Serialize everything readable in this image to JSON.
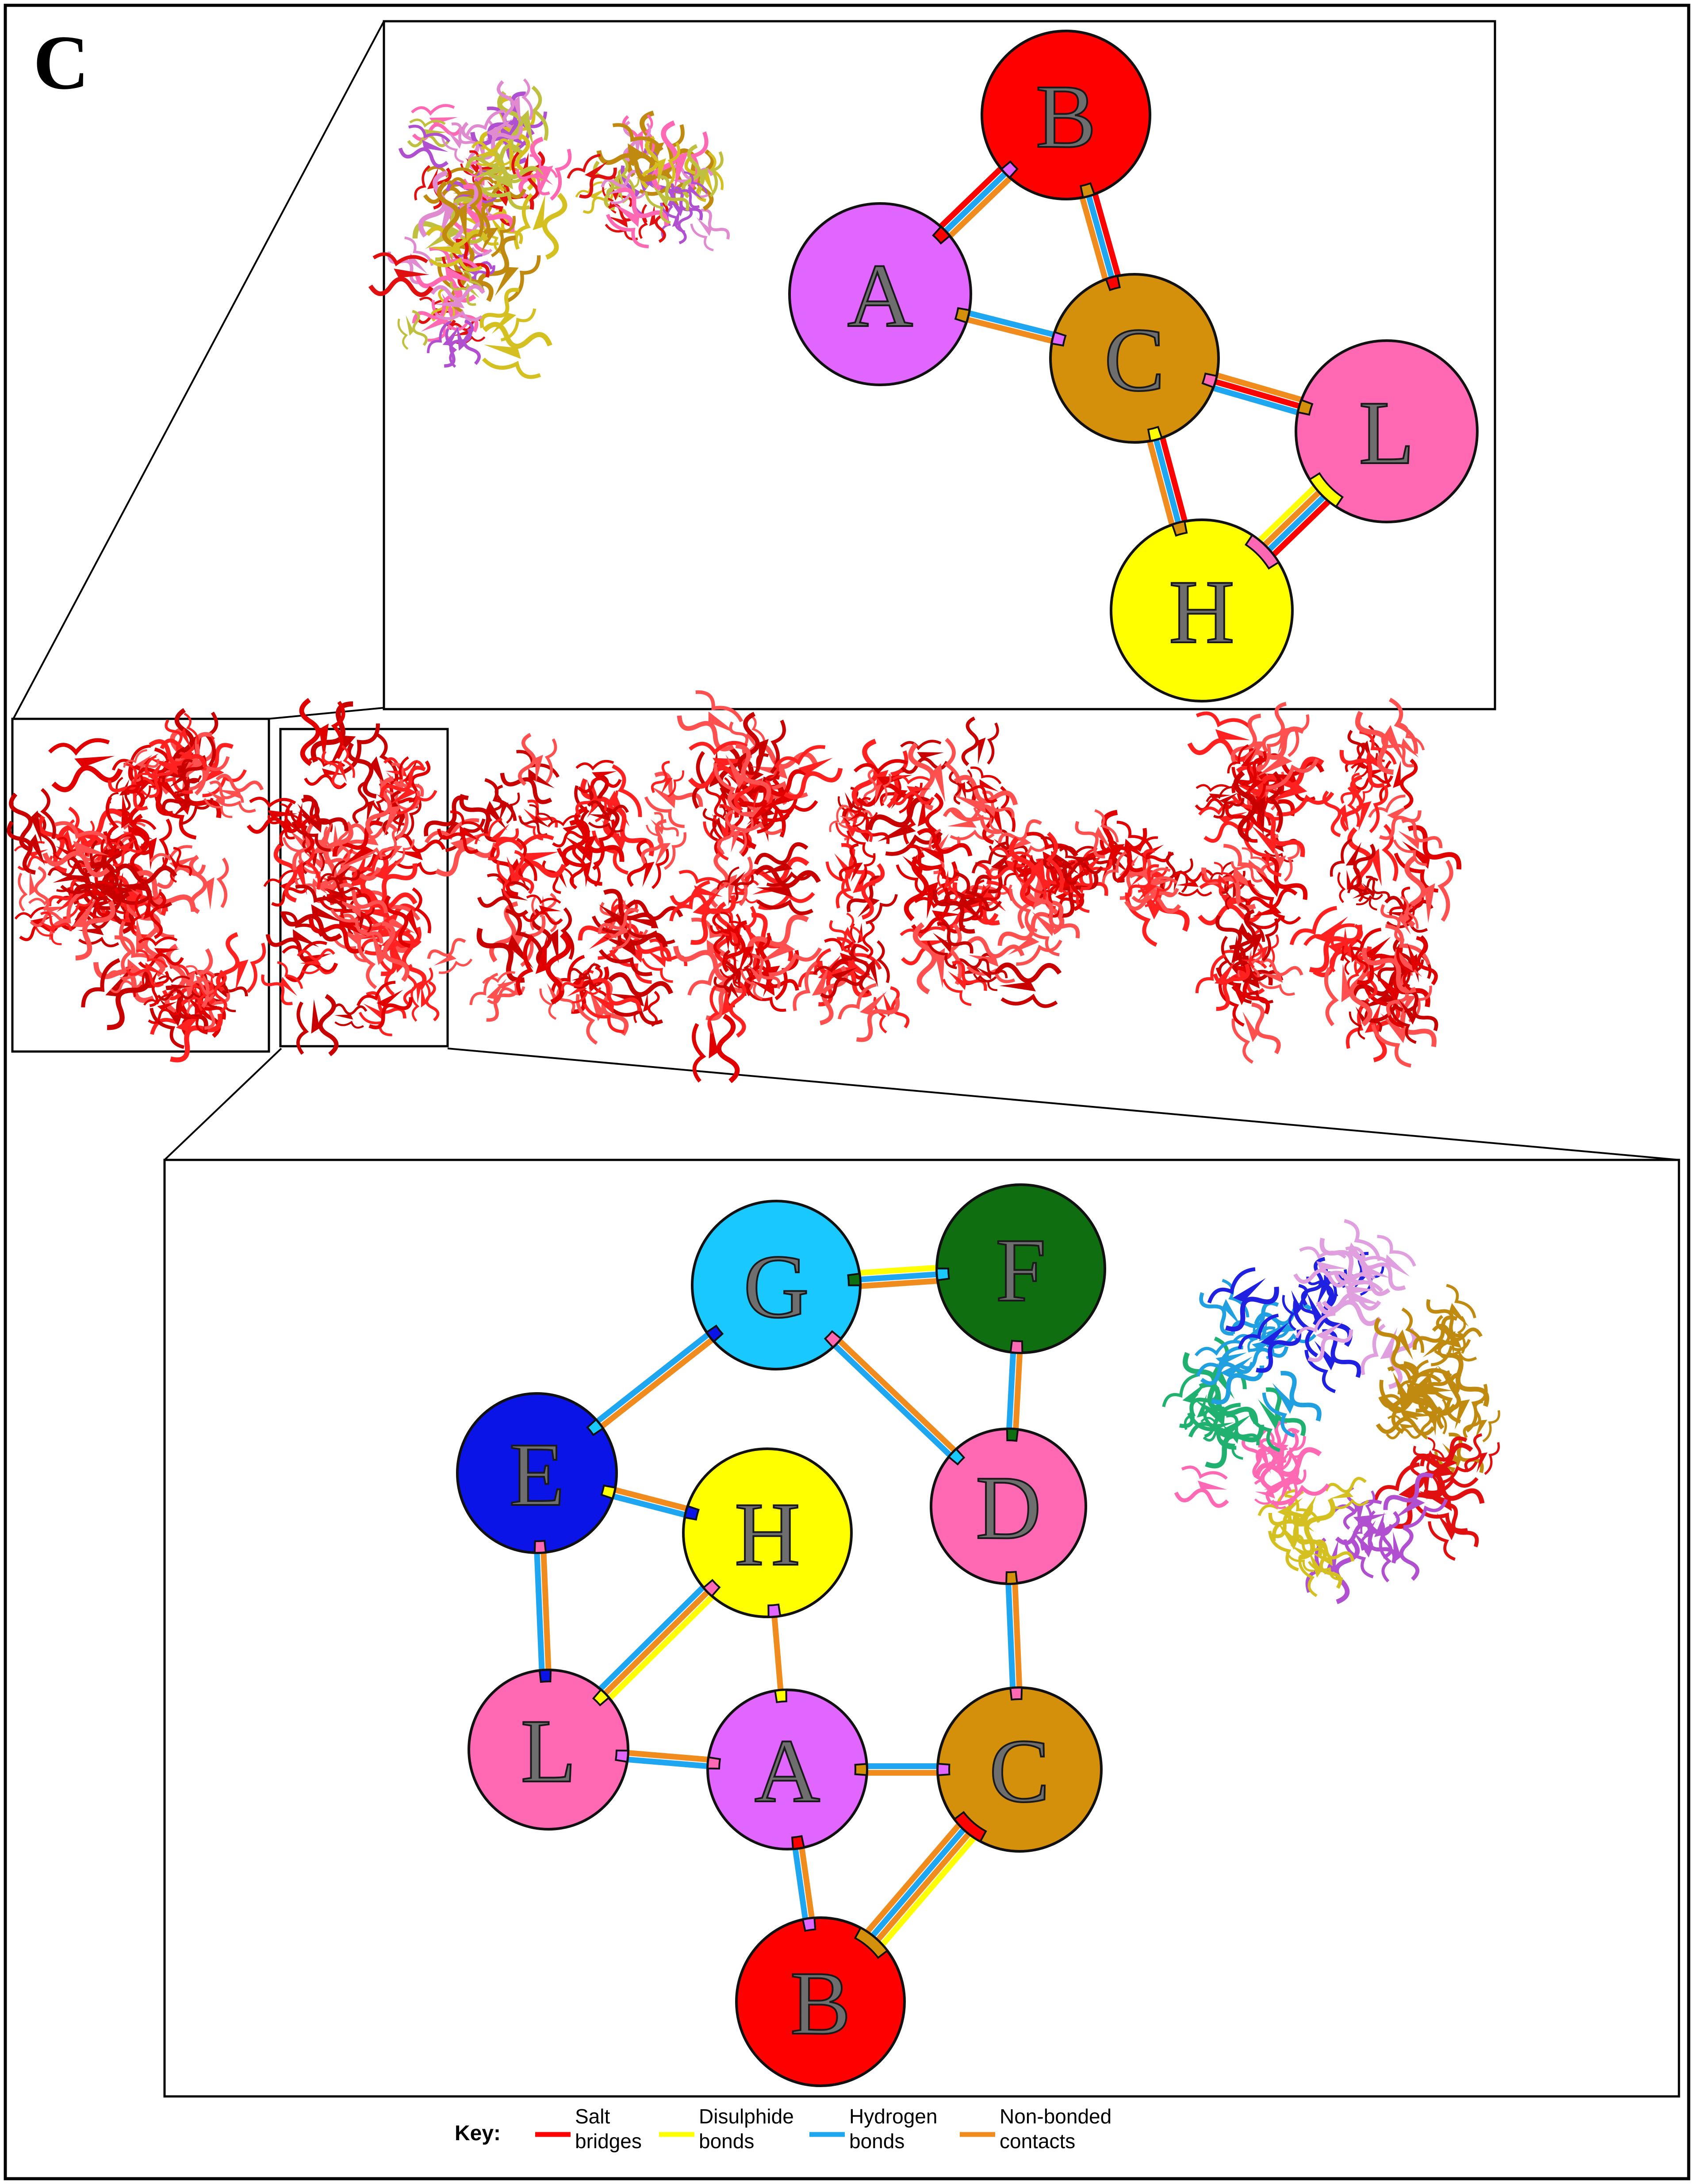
{
  "panel_label": "C",
  "colors": {
    "salt": "#ff0000",
    "disulphide": "#ffff00",
    "hydrogen": "#1ea6f0",
    "nonbonded": "#f08c1e",
    "A": "#e066ff",
    "B": "#ff0000",
    "C": "#d4900a",
    "D": "#ff69b4",
    "E": "#0a14e6",
    "F": "#0f6e0f",
    "G": "#19c8ff",
    "H": "#ffff00",
    "L": "#ff69b4"
  },
  "icons": {
    "top_thumbnail": "protein-ribbon-multicolor-chain-icon",
    "bottom_thumbnail": "protein-ribbon-multicolor-ring-icon",
    "strip": "protein-ribbon-red-icon"
  },
  "top_network": {
    "nodes": [
      {
        "id": "B",
        "label": "B"
      },
      {
        "id": "A",
        "label": "A"
      },
      {
        "id": "C",
        "label": "C"
      },
      {
        "id": "L",
        "label": "L"
      },
      {
        "id": "H",
        "label": "H"
      }
    ],
    "edges": [
      {
        "from": "A",
        "to": "B",
        "bonds": [
          "salt",
          "hydrogen",
          "nonbonded"
        ]
      },
      {
        "from": "B",
        "to": "C",
        "bonds": [
          "salt",
          "hydrogen",
          "nonbonded"
        ]
      },
      {
        "from": "A",
        "to": "C",
        "bonds": [
          "hydrogen",
          "nonbonded"
        ]
      },
      {
        "from": "C",
        "to": "L",
        "bonds": [
          "nonbonded",
          "salt",
          "hydrogen"
        ]
      },
      {
        "from": "C",
        "to": "H",
        "bonds": [
          "salt",
          "hydrogen",
          "nonbonded"
        ]
      },
      {
        "from": "H",
        "to": "L",
        "bonds": [
          "disulphide",
          "nonbonded",
          "hydrogen",
          "salt"
        ]
      }
    ]
  },
  "bottom_network": {
    "nodes": [
      {
        "id": "G",
        "label": "G"
      },
      {
        "id": "F",
        "label": "F"
      },
      {
        "id": "E",
        "label": "E"
      },
      {
        "id": "H",
        "label": "H"
      },
      {
        "id": "D",
        "label": "D"
      },
      {
        "id": "L",
        "label": "L"
      },
      {
        "id": "A",
        "label": "A"
      },
      {
        "id": "C",
        "label": "C"
      },
      {
        "id": "B",
        "label": "B"
      }
    ],
    "edges": [
      {
        "from": "G",
        "to": "F",
        "bonds": [
          "disulphide",
          "hydrogen",
          "nonbonded"
        ]
      },
      {
        "from": "G",
        "to": "E",
        "bonds": [
          "nonbonded",
          "hydrogen"
        ]
      },
      {
        "from": "G",
        "to": "D",
        "bonds": [
          "nonbonded",
          "hydrogen"
        ]
      },
      {
        "from": "F",
        "to": "D",
        "bonds": [
          "nonbonded",
          "hydrogen"
        ]
      },
      {
        "from": "E",
        "to": "H",
        "bonds": [
          "nonbonded",
          "hydrogen"
        ]
      },
      {
        "from": "E",
        "to": "L",
        "bonds": [
          "nonbonded",
          "hydrogen"
        ]
      },
      {
        "from": "H",
        "to": "L",
        "bonds": [
          "disulphide",
          "nonbonded",
          "hydrogen"
        ]
      },
      {
        "from": "H",
        "to": "A",
        "bonds": [
          "nonbonded"
        ]
      },
      {
        "from": "L",
        "to": "A",
        "bonds": [
          "nonbonded",
          "hydrogen"
        ]
      },
      {
        "from": "A",
        "to": "C",
        "bonds": [
          "hydrogen",
          "nonbonded"
        ]
      },
      {
        "from": "A",
        "to": "B",
        "bonds": [
          "nonbonded",
          "hydrogen"
        ]
      },
      {
        "from": "D",
        "to": "C",
        "bonds": [
          "nonbonded",
          "hydrogen"
        ]
      },
      {
        "from": "C",
        "to": "B",
        "bonds": [
          "disulphide",
          "nonbonded",
          "hydrogen",
          "nonbonded"
        ]
      }
    ]
  },
  "key": {
    "title": "Key:",
    "items": [
      {
        "type": "salt",
        "line1": "Salt",
        "line2": "bridges"
      },
      {
        "type": "disulphide",
        "line1": "Disulphide",
        "line2": "bonds"
      },
      {
        "type": "hydrogen",
        "line1": "Hydrogen",
        "line2": "bonds"
      },
      {
        "type": "nonbonded",
        "line1": "Non-bonded",
        "line2": "contacts"
      }
    ]
  }
}
